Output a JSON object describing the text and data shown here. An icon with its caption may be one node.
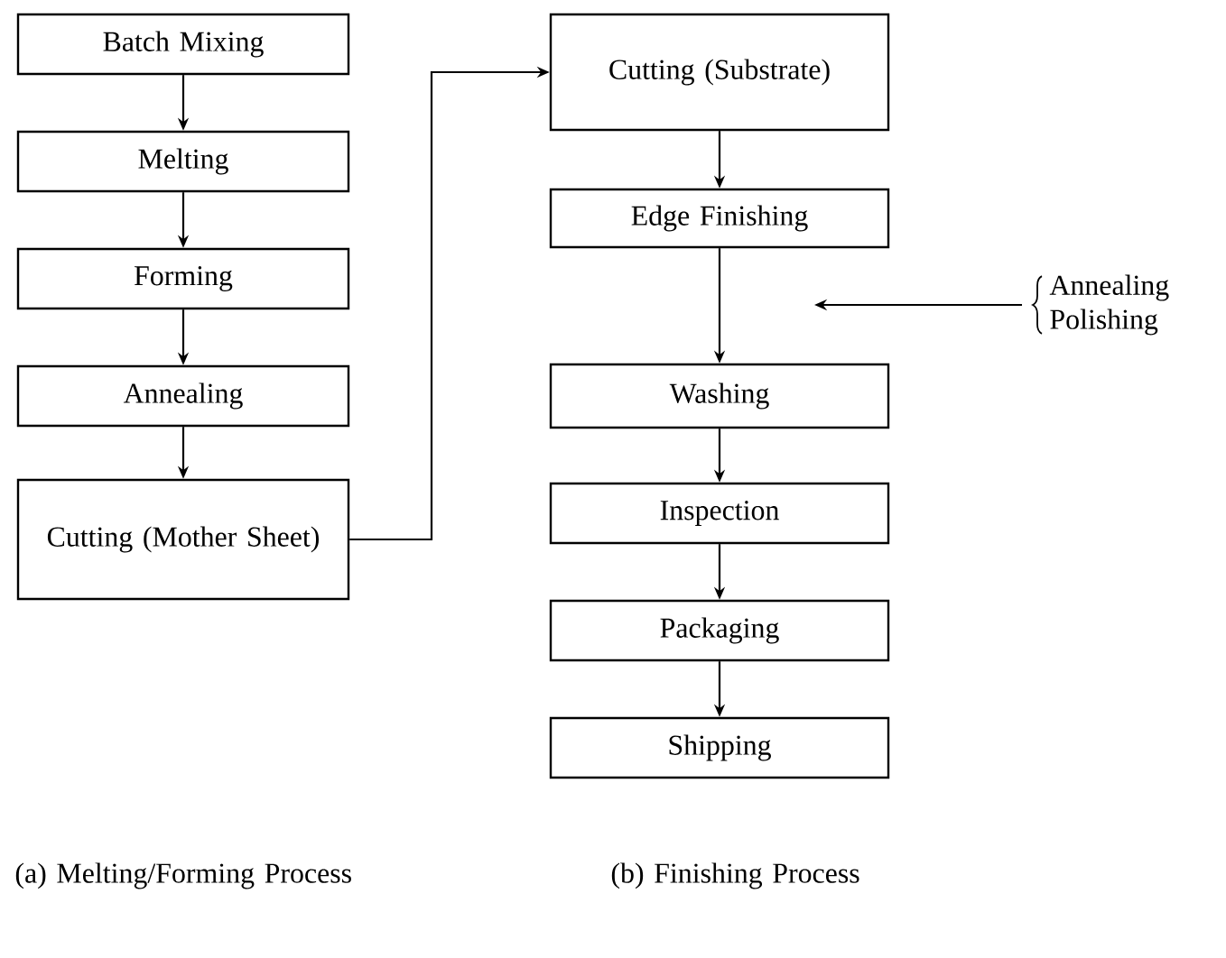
{
  "diagram": {
    "nodes": [
      {
        "text": [
          "Batch Mixing"
        ]
      },
      {
        "text": [
          "Melting"
        ]
      },
      {
        "text": [
          "Forming"
        ]
      },
      {
        "text": [
          "Annealing"
        ]
      },
      {
        "text": [
          "Cutting (Mother Sheet)"
        ]
      },
      {
        "text": [
          "Cutting (Substrate)"
        ]
      },
      {
        "text": [
          "Edge Finishing"
        ]
      },
      {
        "text": [
          "Washing"
        ]
      },
      {
        "text": [
          "Inspection"
        ]
      },
      {
        "text": [
          "Packaging"
        ]
      },
      {
        "text": [
          "Shipping"
        ]
      },
      {
        "text": [
          "Annealing",
          "Polishing"
        ]
      }
    ],
    "edges": [
      {
        "from": 0,
        "to": 1,
        "arrow": "to"
      },
      {
        "from": 1,
        "to": 2,
        "arrow": "to"
      },
      {
        "from": 2,
        "to": 3,
        "arrow": "to"
      },
      {
        "from": 3,
        "to": 4,
        "arrow": "to"
      },
      {
        "from": 4,
        "to": 5,
        "arrow": "to"
      },
      {
        "from": 5,
        "to": 6,
        "arrow": "to"
      },
      {
        "from": 6,
        "to": 7,
        "arrow": "to"
      },
      {
        "from": 7,
        "to": 8,
        "arrow": "to"
      },
      {
        "from": 8,
        "to": 9,
        "arrow": "to"
      },
      {
        "from": 9,
        "to": 10,
        "arrow": "to"
      },
      {
        "from": 11,
        "to": null,
        "arrow": "to"
      }
    ],
    "labels": [
      "(a) Melting/Forming Process",
      "(b) Finishing Process"
    ]
  }
}
